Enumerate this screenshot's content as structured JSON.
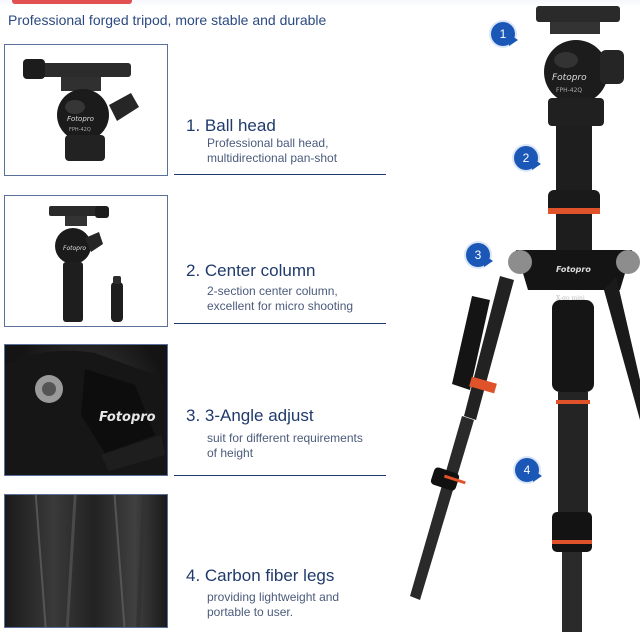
{
  "tagline": "Professional forged tripod, more stable and durable",
  "features": [
    {
      "title": "1. Ball head",
      "desc1": "Professional ball head,",
      "desc2": "multidirectional pan-shot"
    },
    {
      "title": "2. Center column",
      "desc1": "2-section center column,",
      "desc2": "excellent for micro shooting"
    },
    {
      "title": "3. 3-Angle adjust",
      "desc1": "suit for different requirements",
      "desc2": "of height"
    },
    {
      "title": "4. Carbon fiber legs",
      "desc1": "providing lightweight and",
      "desc2": "portable to user."
    }
  ],
  "brand": "Fotopro",
  "model": "FPH-42Q",
  "column_label": "X-go mini",
  "markers": [
    "1",
    "2",
    "3",
    "4"
  ],
  "colors": {
    "accent_blue": "#1a57b7",
    "text_navy": "#1f3a6b",
    "leg_ring_orange": "#e0522a"
  }
}
